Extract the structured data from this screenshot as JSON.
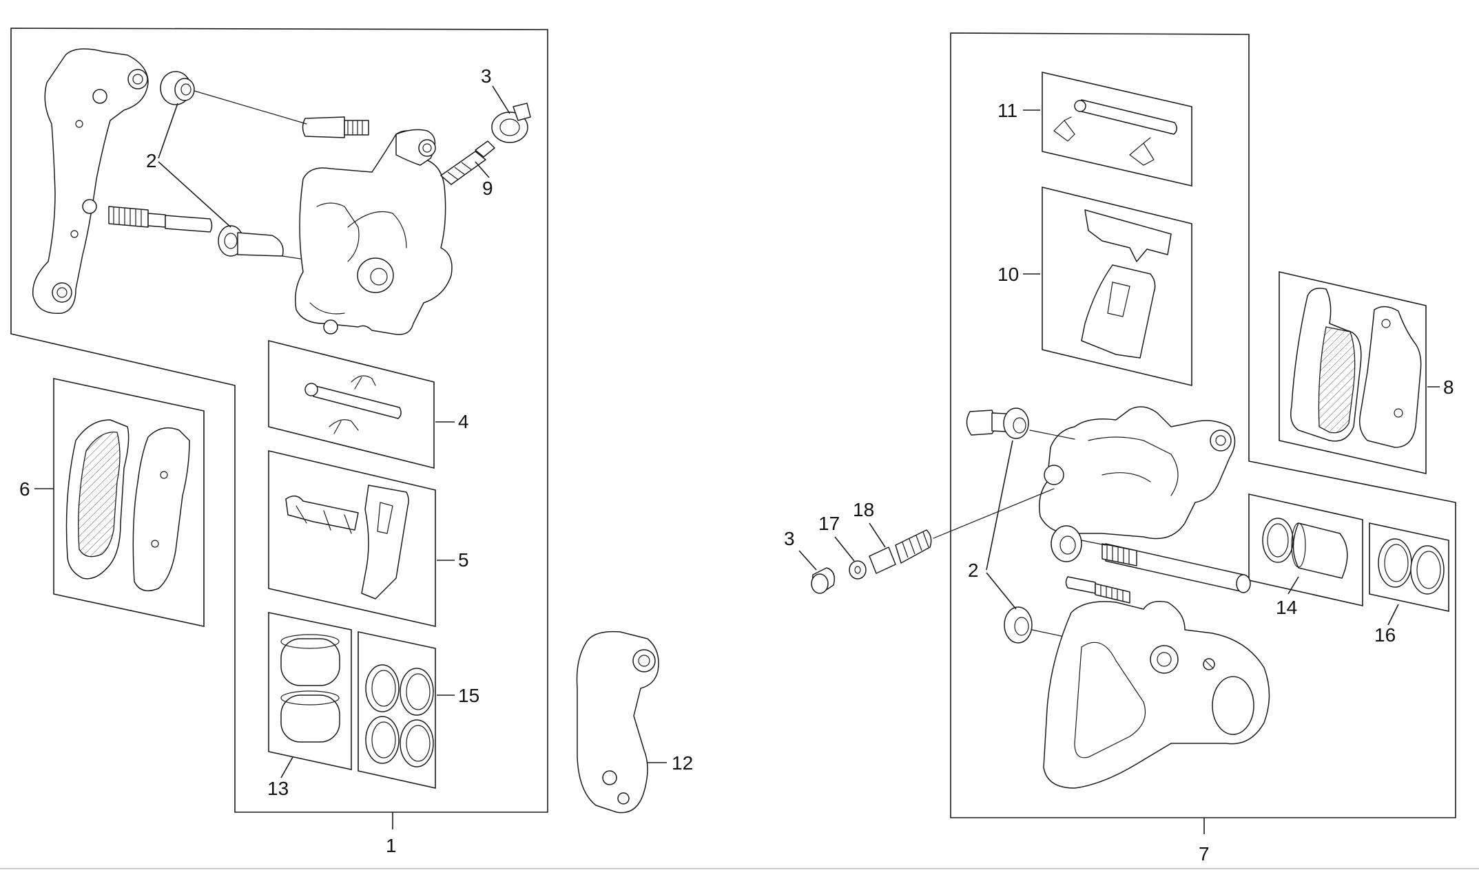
{
  "diagram": {
    "callouts": [
      "1",
      "2",
      "3",
      "4",
      "5",
      "6",
      "7",
      "8",
      "9",
      "10",
      "11",
      "12",
      "13",
      "14",
      "15",
      "16",
      "17",
      "18",
      "2",
      "3"
    ],
    "colors": {
      "line": "#1a1a1a",
      "background": "#ffffff"
    }
  }
}
